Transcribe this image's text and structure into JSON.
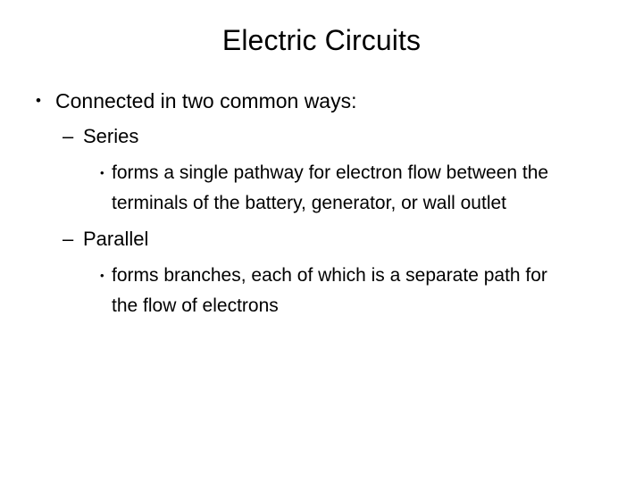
{
  "slide": {
    "title": "Electric Circuits",
    "background_color": "#ffffff",
    "text_color": "#000000",
    "markers": {
      "level1": "•",
      "level2": "–",
      "level3": "•"
    },
    "bullets": [
      {
        "level": 1,
        "text": "Connected in two common ways:"
      },
      {
        "level": 2,
        "text": "Series"
      },
      {
        "level": 3,
        "text": "forms a single pathway for electron flow between the terminals of the battery, generator, or wall outlet"
      },
      {
        "level": 2,
        "text": "Parallel"
      },
      {
        "level": 3,
        "text": "forms branches, each of which is a separate path for the flow of electrons"
      }
    ]
  }
}
